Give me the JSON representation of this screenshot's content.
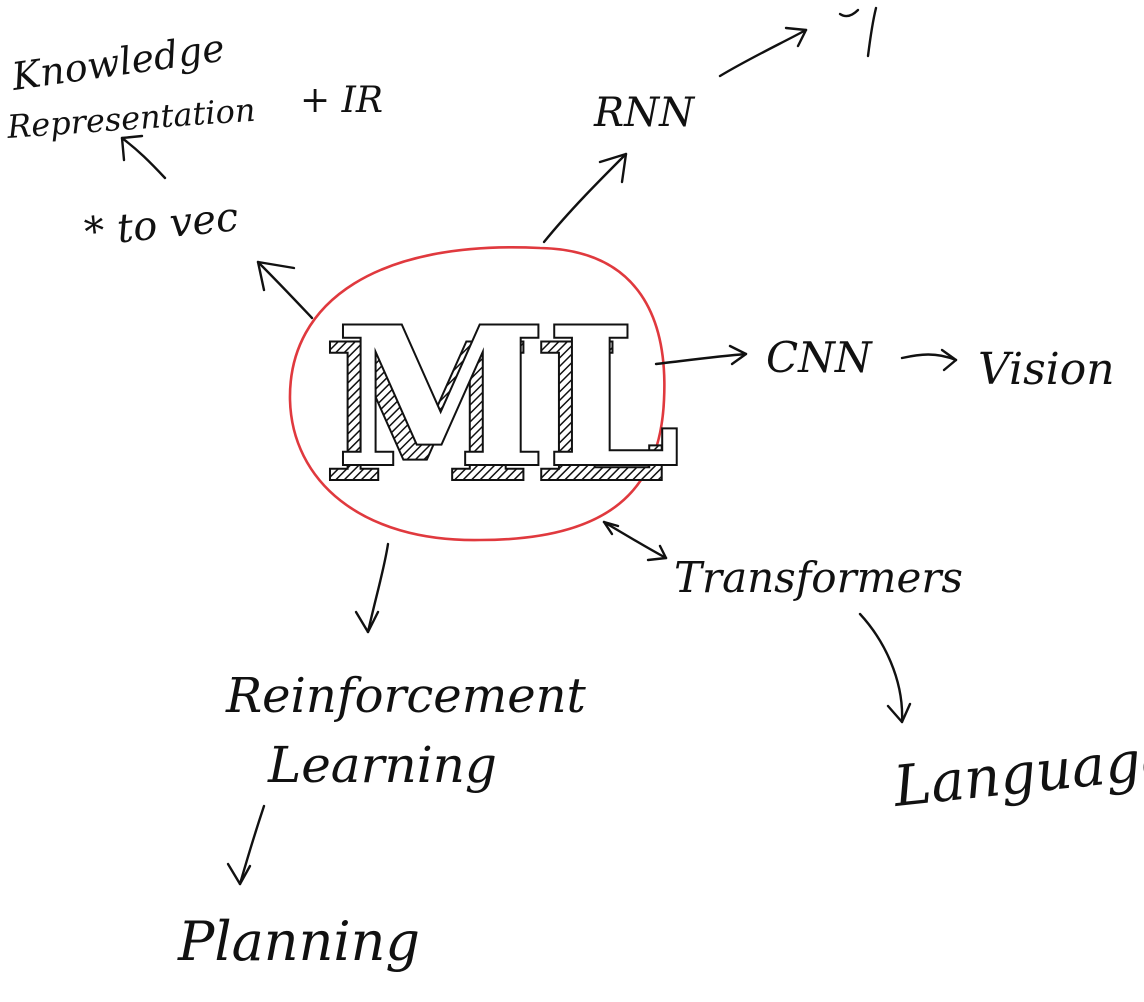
{
  "center": {
    "label": "ML",
    "circle_color": "#e0393e"
  },
  "nodes": {
    "knowledge_line1": "Knowledge",
    "knowledge_line2": "Representation",
    "ir": "+ IR",
    "to_vec": "* to vec",
    "rnn": "RNN",
    "cnn": "CNN",
    "vision": "Vision",
    "transformers": "Transformers",
    "language": "Language",
    "rl_line1": "Reinforcement",
    "rl_line2": "Learning",
    "planning": "Planning"
  },
  "ink_color": "#111111"
}
